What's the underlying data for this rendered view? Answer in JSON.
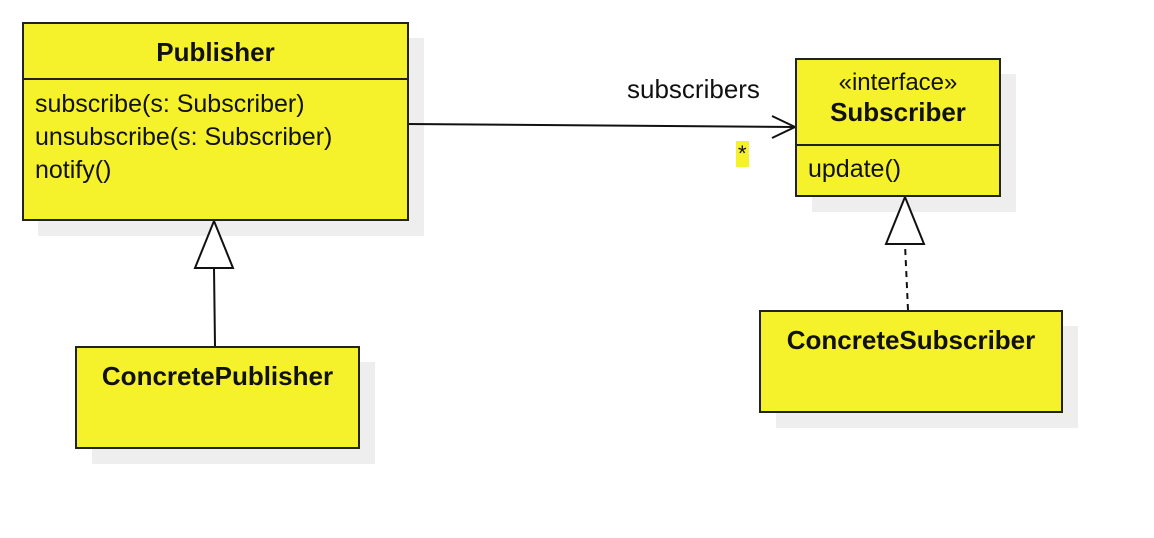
{
  "publisher": {
    "name": "Publisher",
    "operations": [
      "subscribe(s: Subscriber)",
      "unsubscribe(s: Subscriber)",
      "notify()"
    ]
  },
  "subscriber": {
    "stereotype": "«interface»",
    "name": "Subscriber",
    "operations": [
      "update()"
    ]
  },
  "concrete_publisher": {
    "name": "ConcretePublisher"
  },
  "concrete_subscriber": {
    "name": "ConcreteSubscriber"
  },
  "association": {
    "role": "subscribers",
    "multiplicity": "*"
  },
  "colors": {
    "class_fill": "#f5f22b",
    "border": "#222222",
    "shadow": "#eeeeee"
  }
}
